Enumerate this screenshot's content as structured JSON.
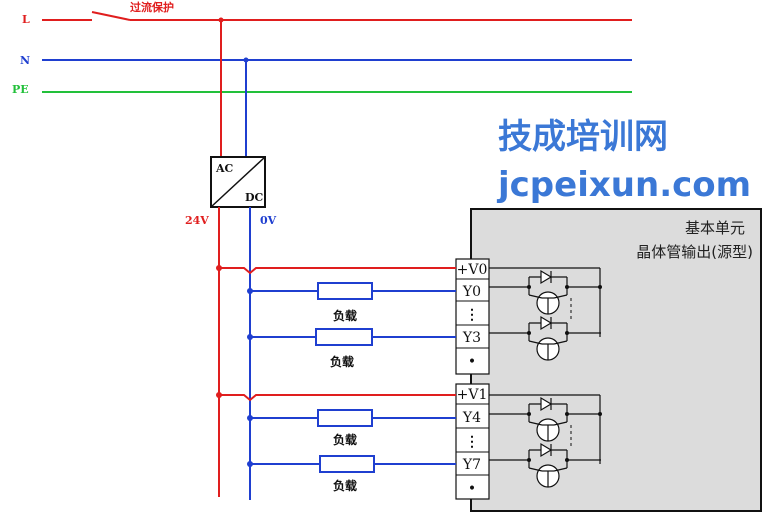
{
  "lines": {
    "l_label": "L",
    "n_label": "N",
    "pe_label": "PE",
    "protection_label": "过流保护"
  },
  "converter": {
    "ac_label": "AC",
    "dc_label": "DC",
    "v24_label": "24V",
    "v0_label": "0V"
  },
  "watermark": {
    "line1": "技成培训网",
    "line2": "jcpeixun.com"
  },
  "module": {
    "title": "基本单元",
    "subtitle": "晶体管输出(源型)",
    "group1": [
      "+V0",
      "Y0",
      "⋮",
      "Y3",
      "•"
    ],
    "group2": [
      "+V1",
      "Y4",
      "⋮",
      "Y7",
      "•"
    ]
  },
  "load_label": "负载",
  "colors": {
    "l_line": "#e01e1e",
    "n_line": "#1f3fd0",
    "pe_line": "#22c03a",
    "module_bg": "#dcdcdc"
  }
}
